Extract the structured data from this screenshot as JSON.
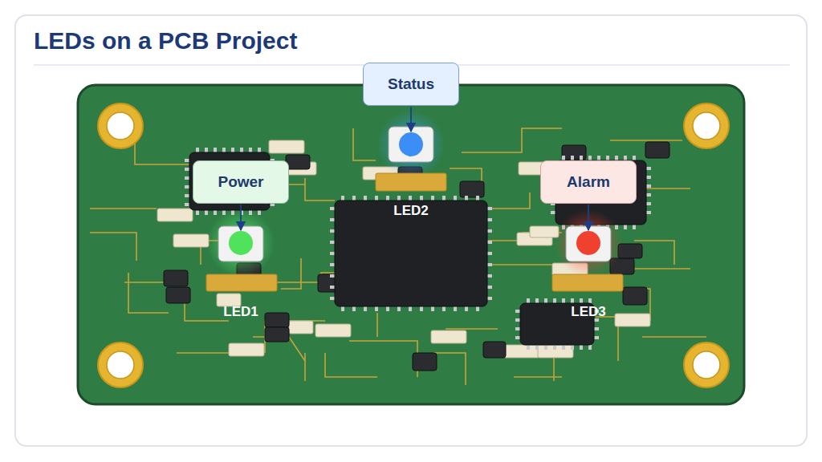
{
  "diagram": {
    "title": "LEDs on a PCB Project",
    "nodes": [
      {
        "text": [
          "Status"
        ]
      },
      {
        "text": [
          "Power"
        ]
      },
      {
        "text": [
          "Alarm"
        ]
      }
    ],
    "labels": [
      "LED1",
      "LED2",
      "LED3"
    ]
  }
}
